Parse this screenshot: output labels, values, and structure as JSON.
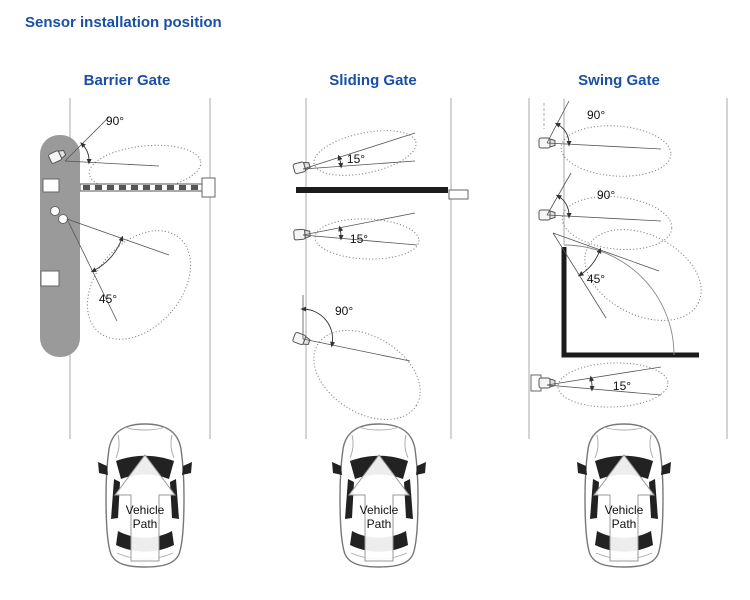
{
  "title": "Sensor installation position",
  "colors": {
    "heading_blue": "#1950a4",
    "pillar_gray": "#9a9a9a",
    "gate_black": "#1c1c1c",
    "lane_gray": "#a8a8a8",
    "lobe_gray": "#8a8a8a"
  },
  "panels": {
    "barrier": {
      "title": "Barrier Gate",
      "angle_top": "90°",
      "angle_bottom": "45°"
    },
    "sliding": {
      "title": "Sliding Gate",
      "angle_top": "15°",
      "angle_middle": "15°",
      "angle_bottom": "90°"
    },
    "swing": {
      "title": "Swing Gate",
      "angle_1": "90°",
      "angle_2": "90°",
      "angle_3": "45°",
      "angle_4": "15°"
    }
  },
  "vehicle_path": {
    "line1": "Vehicle",
    "line2": "Path"
  }
}
